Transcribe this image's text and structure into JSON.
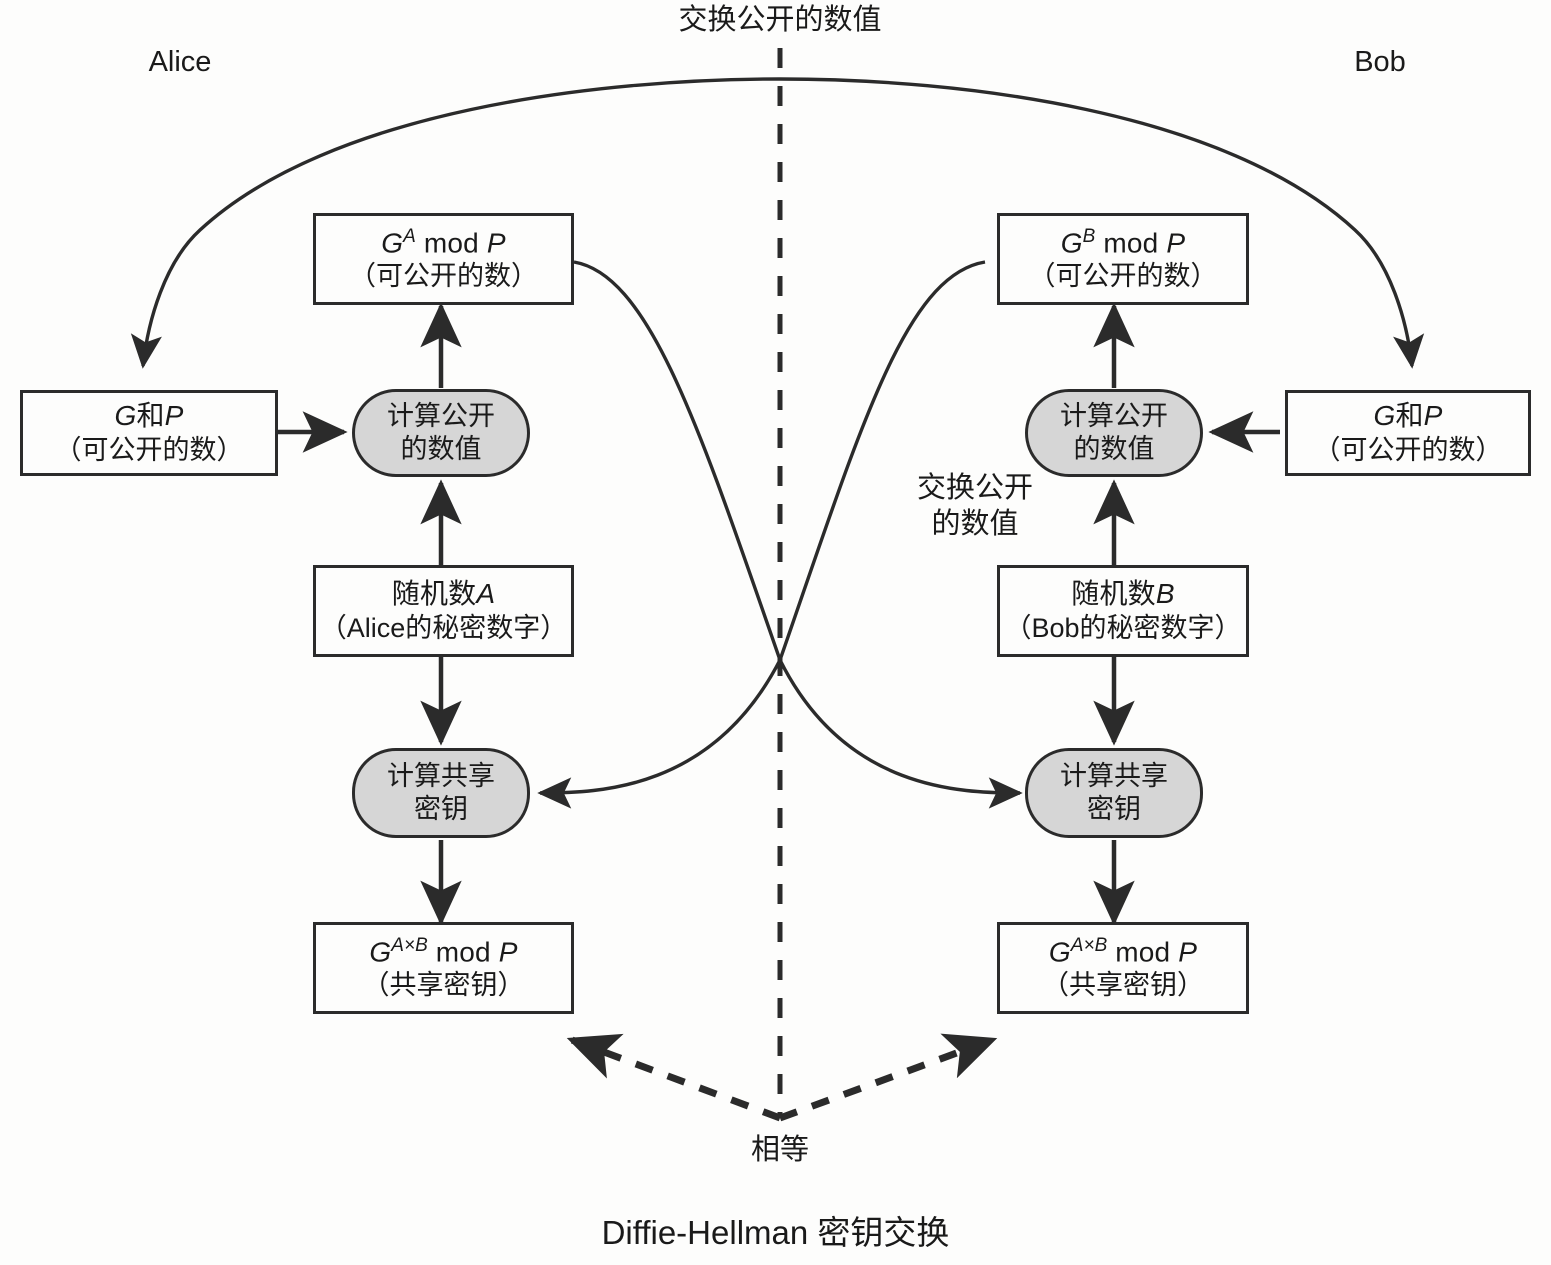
{
  "diagram": {
    "title": "Diffie-Hellman 密钥交换",
    "party_left": "Alice",
    "party_right": "Bob",
    "label_top_exchange": "交换公开的数值",
    "label_mid_exchange": "交换公开\n的数值",
    "label_equal": "相等",
    "colors": {
      "stroke": "#2b2b2b",
      "process_fill": "#d6d6d6",
      "box_fill": "#fdfdfc",
      "background": "#ffffff"
    }
  },
  "nodes": {
    "alice_gp": {
      "line1_base": "G",
      "line1_mid": "和",
      "line1_tail": "P",
      "line2": "（可公开的数）"
    },
    "alice_public": {
      "line1_base": "G",
      "line1_exp": "A",
      "line1_mod": "mod",
      "line1_tail": "P",
      "line2": "（可公开的数）"
    },
    "alice_compute_public": {
      "line1": "计算公开",
      "line2": "的数值"
    },
    "alice_random": {
      "line1_base": "随机数",
      "line1_exp": "A",
      "line2": "（Alice的秘密数字）"
    },
    "alice_compute_shared": {
      "line1": "计算共享",
      "line2": "密钥"
    },
    "alice_shared": {
      "line1_base": "G",
      "line1_exp": "A×B",
      "line1_mod": "mod",
      "line1_tail": "P",
      "line2": "（共享密钥）"
    },
    "bob_gp": {
      "line1_base": "G",
      "line1_mid": "和",
      "line1_tail": "P",
      "line2": "（可公开的数）"
    },
    "bob_public": {
      "line1_base": "G",
      "line1_exp": "B",
      "line1_mod": "mod",
      "line1_tail": "P",
      "line2": "（可公开的数）"
    },
    "bob_compute_public": {
      "line1": "计算公开",
      "line2": "的数值"
    },
    "bob_random": {
      "line1_base": "随机数",
      "line1_exp": "B",
      "line2": "（Bob的秘密数字）"
    },
    "bob_compute_shared": {
      "line1": "计算共享",
      "line2": "密钥"
    },
    "bob_shared": {
      "line1_base": "G",
      "line1_exp": "A×B",
      "line1_mod": "mod",
      "line1_tail": "P",
      "line2": "（共享密钥）"
    }
  }
}
